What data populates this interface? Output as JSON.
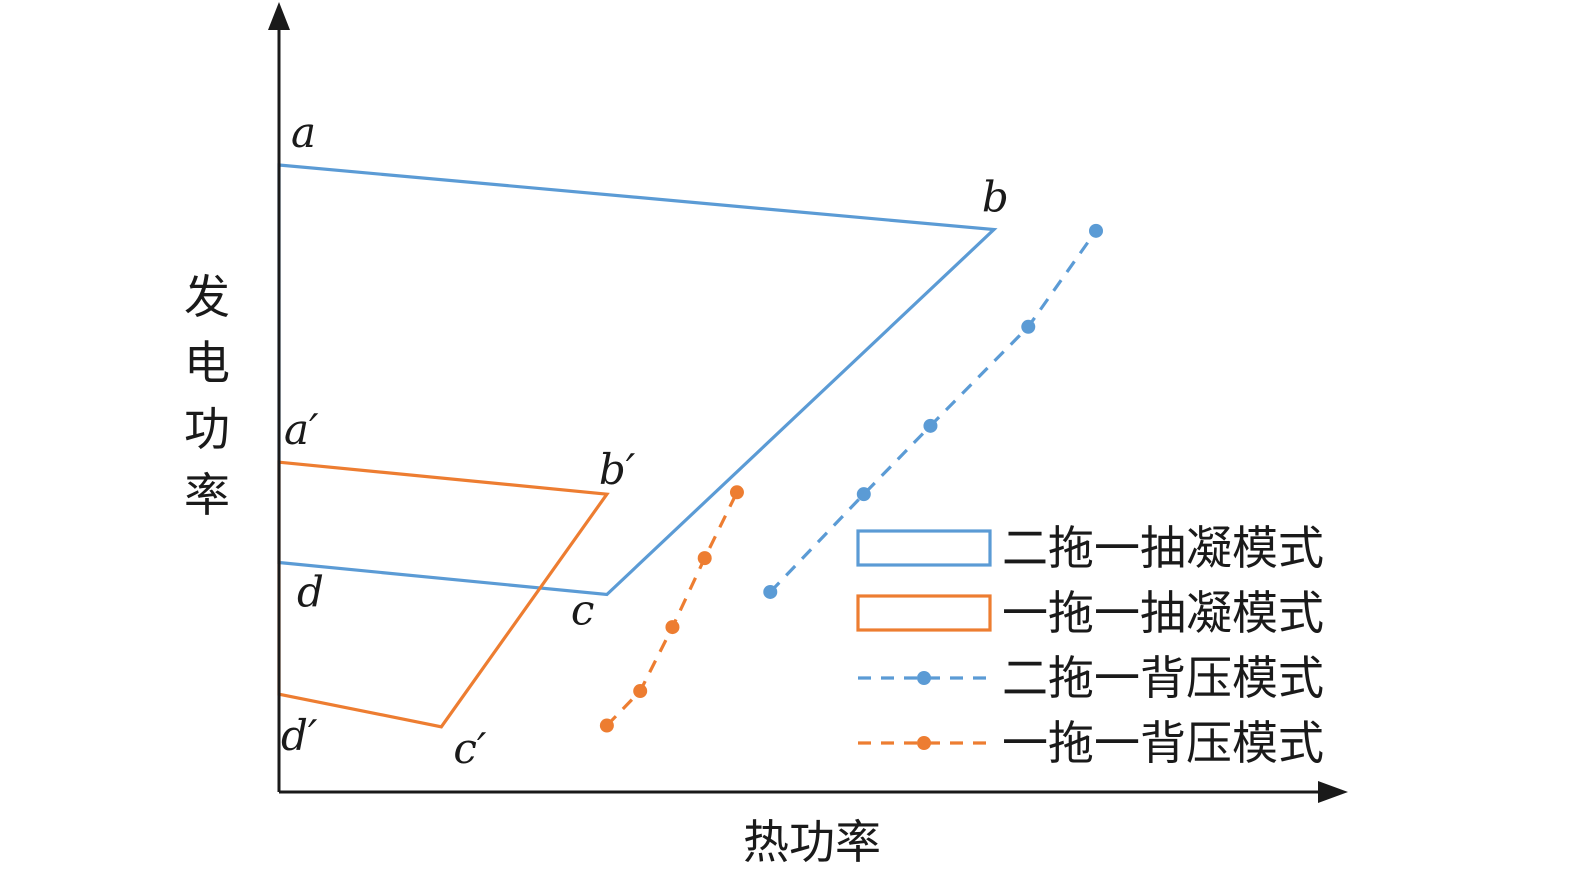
{
  "chart_data": {
    "type": "line",
    "xlabel": "热功率",
    "ylabel": "发电功率",
    "colors": {
      "blue": "#5b9bd5",
      "orange": "#ed7d31",
      "axis": "#1a1a1a"
    },
    "series": [
      {
        "name": "二拖一抽凝模式",
        "color": "#5b9bd5",
        "style": "solid-polygon",
        "points": [
          {
            "label": "a",
            "x": 0,
            "y": 100
          },
          {
            "label": "b",
            "x": 66.5,
            "y": 89.7
          },
          {
            "label": "c",
            "x": 30.5,
            "y": 31.5
          },
          {
            "label": "d",
            "x": 0,
            "y": 36.6
          }
        ]
      },
      {
        "name": "一拖一抽凝模式",
        "color": "#ed7d31",
        "style": "solid-polygon",
        "points": [
          {
            "label": "a′",
            "x": 0,
            "y": 52.6
          },
          {
            "label": "b′",
            "x": 30.5,
            "y": 47.5
          },
          {
            "label": "c′",
            "x": 15.1,
            "y": 10.4
          },
          {
            "label": "d′",
            "x": 0,
            "y": 15.6
          }
        ]
      },
      {
        "name": "二拖一背压模式",
        "color": "#5b9bd5",
        "style": "dashed-markers",
        "points": [
          {
            "x": 45.7,
            "y": 31.9
          },
          {
            "x": 54.4,
            "y": 47.5
          },
          {
            "x": 60.6,
            "y": 58.4
          },
          {
            "x": 69.7,
            "y": 74.2
          },
          {
            "x": 76.0,
            "y": 89.5
          }
        ]
      },
      {
        "name": "一拖一背压模式",
        "color": "#ed7d31",
        "style": "dashed-markers",
        "points": [
          {
            "x": 30.5,
            "y": 10.6
          },
          {
            "x": 33.6,
            "y": 16.1
          },
          {
            "x": 36.6,
            "y": 26.3
          },
          {
            "x": 39.6,
            "y": 37.3
          },
          {
            "x": 42.6,
            "y": 47.8
          }
        ]
      }
    ],
    "legend": {
      "position": "right",
      "items": [
        {
          "label": "二拖一抽凝模式",
          "color": "#5b9bd5",
          "kind": "rect"
        },
        {
          "label": "一拖一抽凝模式",
          "color": "#ed7d31",
          "kind": "rect"
        },
        {
          "label": "二拖一背压模式",
          "color": "#5b9bd5",
          "kind": "dashed-marker"
        },
        {
          "label": "一拖一背压模式",
          "color": "#ed7d31",
          "kind": "dashed-marker"
        }
      ]
    },
    "grid": false
  }
}
